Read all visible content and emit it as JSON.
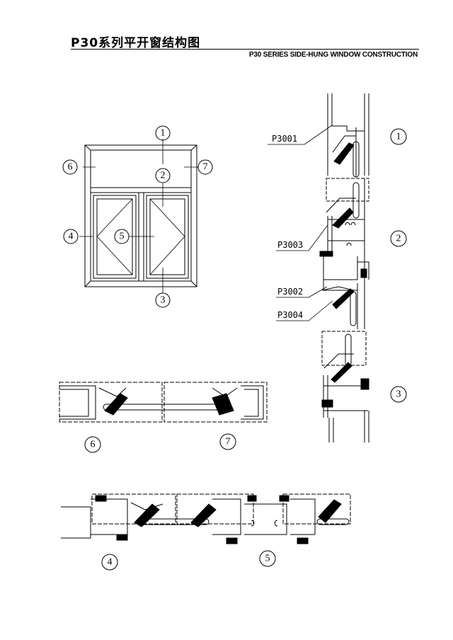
{
  "title": {
    "cn": "P30系列平开窗结构图",
    "en": "P30 SERIES SIDE-HUNG WINDOW CONSTRUCTION"
  },
  "elevation_callouts": [
    "1",
    "2",
    "3",
    "4",
    "5",
    "6",
    "7"
  ],
  "section_callouts": {
    "vertical": [
      "1",
      "2",
      "3"
    ],
    "horizontal_top": [
      "6",
      "7"
    ],
    "horizontal_bottom": [
      "4",
      "5"
    ]
  },
  "profile_labels": [
    "P3001",
    "P3003",
    "P3002",
    "P3004"
  ]
}
